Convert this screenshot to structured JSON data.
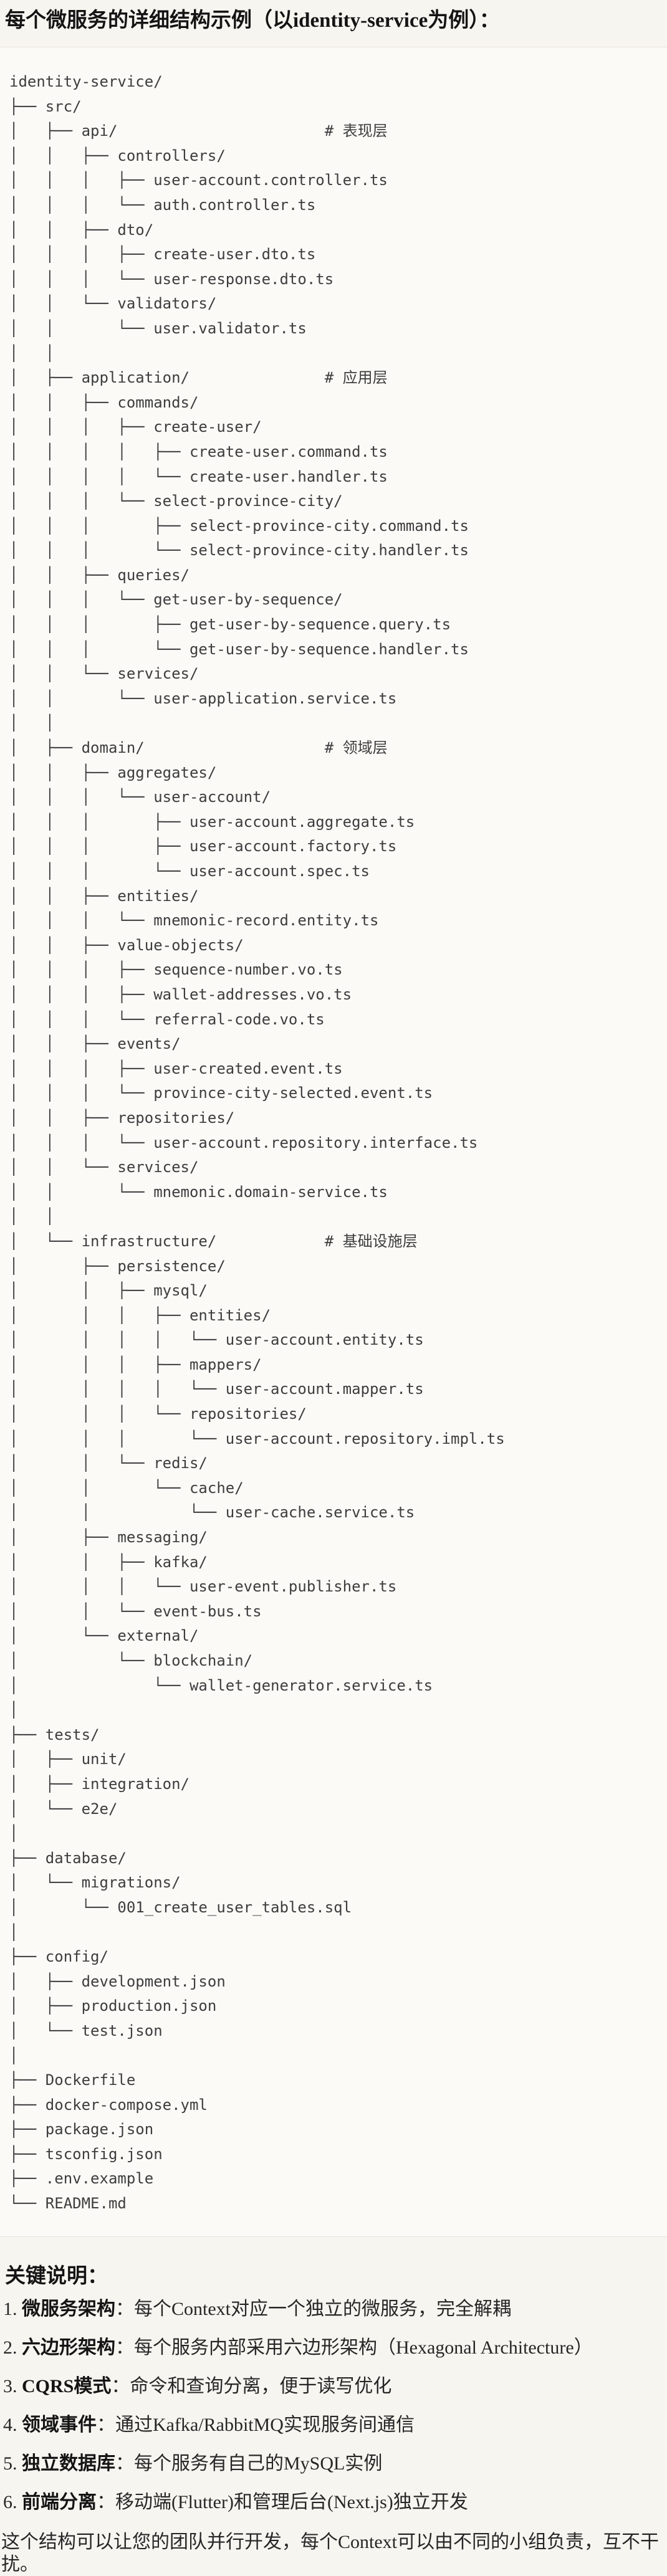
{
  "title": "每个微服务的详细结构示例（以identity-service为例）：",
  "colors": {
    "page_bg": "#f7f5f0",
    "code_bg": "#fbfaf7",
    "code_border": "#e6e3dc",
    "code_text": "#3d3d3d",
    "heading_text": "#141414",
    "body_text": "#262626"
  },
  "tree": {
    "lines": [
      "identity-service/",
      "├── src/",
      "│   ├── api/                       # 表现层",
      "│   │   ├── controllers/",
      "│   │   │   ├── user-account.controller.ts",
      "│   │   │   └── auth.controller.ts",
      "│   │   ├── dto/",
      "│   │   │   ├── create-user.dto.ts",
      "│   │   │   └── user-response.dto.ts",
      "│   │   └── validators/",
      "│   │       └── user.validator.ts",
      "│   │",
      "│   ├── application/               # 应用层",
      "│   │   ├── commands/",
      "│   │   │   ├── create-user/",
      "│   │   │   │   ├── create-user.command.ts",
      "│   │   │   │   └── create-user.handler.ts",
      "│   │   │   └── select-province-city/",
      "│   │   │       ├── select-province-city.command.ts",
      "│   │   │       └── select-province-city.handler.ts",
      "│   │   ├── queries/",
      "│   │   │   └── get-user-by-sequence/",
      "│   │   │       ├── get-user-by-sequence.query.ts",
      "│   │   │       └── get-user-by-sequence.handler.ts",
      "│   │   └── services/",
      "│   │       └── user-application.service.ts",
      "│   │",
      "│   ├── domain/                    # 领域层",
      "│   │   ├── aggregates/",
      "│   │   │   └── user-account/",
      "│   │   │       ├── user-account.aggregate.ts",
      "│   │   │       ├── user-account.factory.ts",
      "│   │   │       └── user-account.spec.ts",
      "│   │   ├── entities/",
      "│   │   │   └── mnemonic-record.entity.ts",
      "│   │   ├── value-objects/",
      "│   │   │   ├── sequence-number.vo.ts",
      "│   │   │   ├── wallet-addresses.vo.ts",
      "│   │   │   └── referral-code.vo.ts",
      "│   │   ├── events/",
      "│   │   │   ├── user-created.event.ts",
      "│   │   │   └── province-city-selected.event.ts",
      "│   │   ├── repositories/",
      "│   │   │   └── user-account.repository.interface.ts",
      "│   │   └── services/",
      "│   │       └── mnemonic.domain-service.ts",
      "│   │",
      "│   └── infrastructure/            # 基础设施层",
      "│       ├── persistence/",
      "│       │   ├── mysql/",
      "│       │   │   ├── entities/",
      "│       │   │   │   └── user-account.entity.ts",
      "│       │   │   ├── mappers/",
      "│       │   │   │   └── user-account.mapper.ts",
      "│       │   │   └── repositories/",
      "│       │   │       └── user-account.repository.impl.ts",
      "│       │   └── redis/",
      "│       │       └── cache/",
      "│       │           └── user-cache.service.ts",
      "│       ├── messaging/",
      "│       │   ├── kafka/",
      "│       │   │   └── user-event.publisher.ts",
      "│       │   └── event-bus.ts",
      "│       └── external/",
      "│           └── blockchain/",
      "│               └── wallet-generator.service.ts",
      "│",
      "├── tests/",
      "│   ├── unit/",
      "│   ├── integration/",
      "│   └── e2e/",
      "│",
      "├── database/",
      "│   └── migrations/",
      "│       └── 001_create_user_tables.sql",
      "│",
      "├── config/",
      "│   ├── development.json",
      "│   ├── production.json",
      "│   └── test.json",
      "│",
      "├── Dockerfile",
      "├── docker-compose.yml",
      "├── package.json",
      "├── tsconfig.json",
      "├── .env.example",
      "└── README.md"
    ]
  },
  "notes": {
    "heading": "关键说明：",
    "items": [
      {
        "num": "1.",
        "label": "微服务架构",
        "text": "：每个Context对应一个独立的微服务，完全解耦"
      },
      {
        "num": "2.",
        "label": "六边形架构",
        "text": "：每个服务内部采用六边形架构（Hexagonal Architecture）"
      },
      {
        "num": "3.",
        "label": "CQRS模式",
        "text": "：命令和查询分离，便于读写优化"
      },
      {
        "num": "4.",
        "label": "领域事件",
        "text": "：通过Kafka/RabbitMQ实现服务间通信"
      },
      {
        "num": "5.",
        "label": "独立数据库",
        "text": "：每个服务有自己的MySQL实例"
      },
      {
        "num": "6.",
        "label": "前端分离",
        "text": "：移动端(Flutter)和管理后台(Next.js)独立开发"
      }
    ]
  },
  "closing": "这个结构可以让您的团队并行开发，每个Context可以由不同的小组负责，互不干扰。"
}
